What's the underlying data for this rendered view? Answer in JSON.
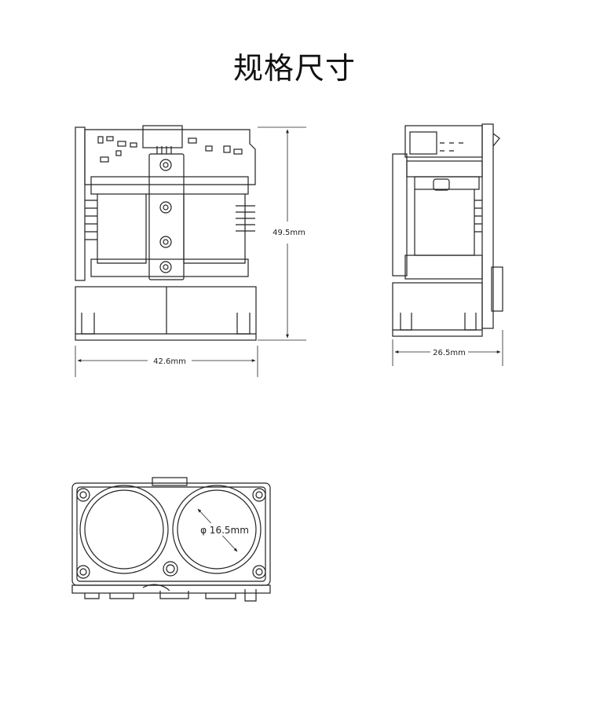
{
  "title": "规格尺寸",
  "dimensions": {
    "front_height": "49.5mm",
    "front_width": "42.6mm",
    "side_width": "26.5mm",
    "lens_diameter": "φ 16.5mm"
  }
}
